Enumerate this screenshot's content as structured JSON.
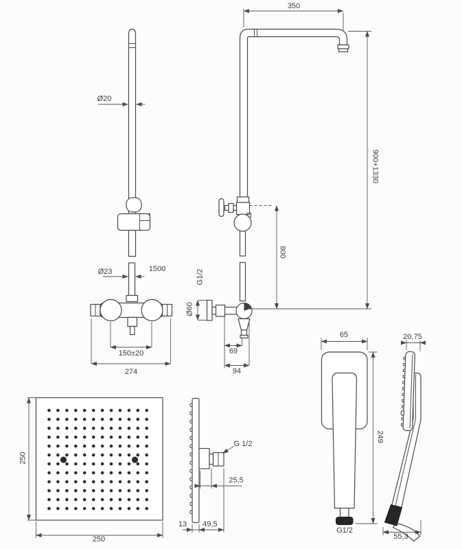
{
  "drawing": {
    "title_semantic": "shower-set-technical-drawing",
    "background_color": "#fcfcfc",
    "line_color": "#474747",
    "labels": {
      "arm_width": "350",
      "rail_diameter": "Ø20",
      "pipe_diameter": "Ø23",
      "hose_length": "1500",
      "total_height_range": "900+1330",
      "diverter_height": "800",
      "riser_thread": "G1/2",
      "flange_diameter": "Ø60",
      "bracket_offset": "69",
      "bracket_depth": "94",
      "valve_inlet_centers": "150±20",
      "valve_width": "274",
      "head_height": "250",
      "head_width": "250",
      "head_plate_depth": "13",
      "head_total_depth": "49,5",
      "head_connector_offset": "25,5",
      "head_thread": "G 1/2",
      "hand_shower_width": "65",
      "hand_shower_depth": "20,75",
      "hand_shower_height": "249",
      "hand_shower_thread": "G1/2",
      "hand_shower_side_width": "55,3"
    },
    "overhead_shower": {
      "spray_grid": {
        "rows": 12,
        "cols": 12
      },
      "large_nozzle_count": 2
    }
  }
}
